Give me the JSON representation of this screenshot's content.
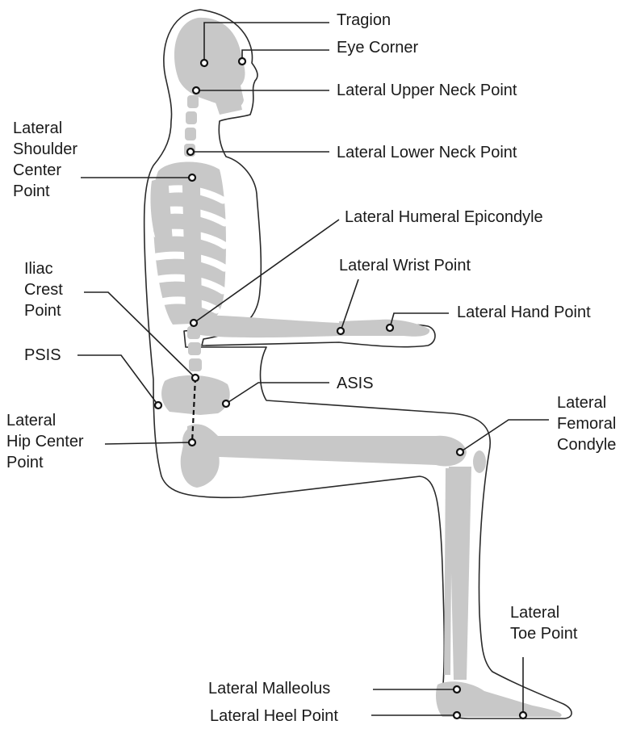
{
  "labels": {
    "tragion": "Tragion",
    "eye_corner": "Eye Corner",
    "lateral_upper_neck_point": "Lateral Upper Neck Point",
    "lateral_lower_neck_point": "Lateral Lower Neck Point",
    "lateral_shoulder_center_point": "Lateral\nShoulder\nCenter\nPoint",
    "lateral_humeral_epicondyle": "Lateral Humeral Epicondyle",
    "lateral_wrist_point": "Lateral Wrist Point",
    "lateral_hand_point": "Lateral Hand Point",
    "iliac_crest_point": "Iliac\nCrest\nPoint",
    "psis": "PSIS",
    "asis": "ASIS",
    "lateral_hip_center_point": "Lateral\nHip Center\nPoint",
    "lateral_femoral_condyle": "Lateral\nFemoral\nCondyle",
    "lateral_toe_point": "Lateral\nToe Point",
    "lateral_malleolus": "Lateral Malleolus",
    "lateral_heel_point": "Lateral Heel Point"
  },
  "colors": {
    "bone": "#c8c8c8",
    "outline": "#2a2a2a",
    "marker": "#111111"
  }
}
